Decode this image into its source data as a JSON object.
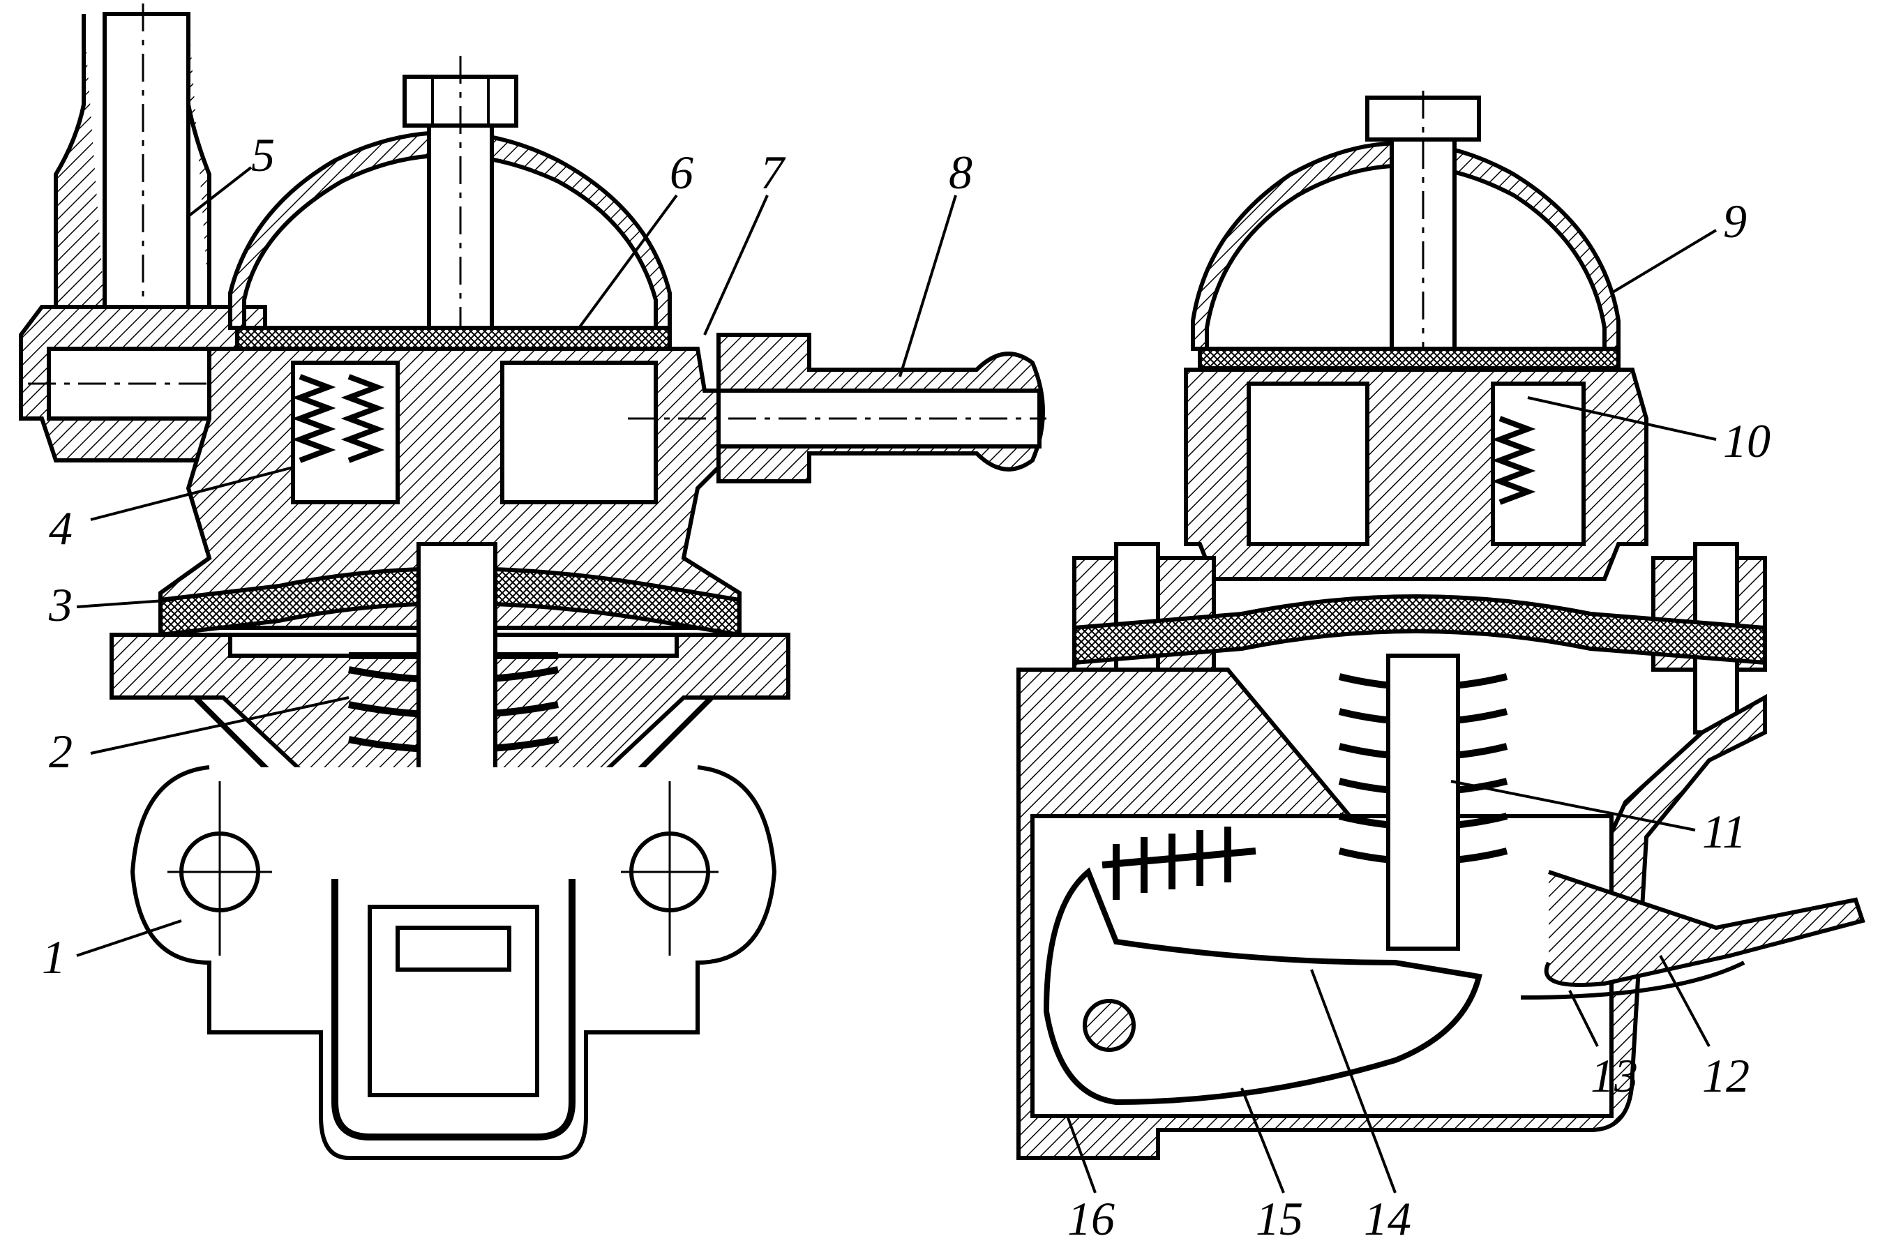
{
  "labels": {
    "l1": "1",
    "l2": "2",
    "l3": "3",
    "l4": "4",
    "l5": "5",
    "l6": "6",
    "l7": "7",
    "l8": "8",
    "l9": "9",
    "l10": "10",
    "l11": "11",
    "l12": "12",
    "l13": "13",
    "l14": "14",
    "l15": "15",
    "l16": "16"
  },
  "colors": {
    "ink": "#000000",
    "paper": "#ffffff"
  }
}
